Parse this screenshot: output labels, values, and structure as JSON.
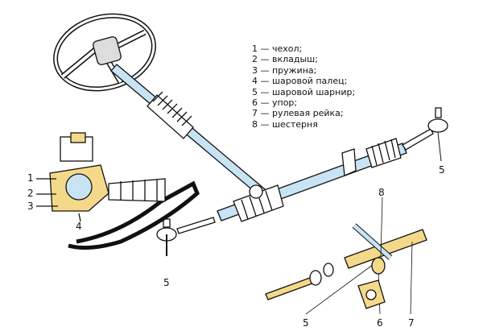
{
  "legend": [
    "1 — чехол;",
    "2 — вкладыш;",
    "3 — пружина;",
    "4 — шаровой палец;",
    "5 — шаровой шарнир;",
    "6 — упор;",
    "7 — рулевая рейка;",
    "8 — шестерня"
  ],
  "callouts": {
    "c1": "1",
    "c2": "2",
    "c3": "3",
    "c4": "4",
    "c5_left": "5",
    "c5_right": "5",
    "c5_bottom": "5",
    "c6": "6",
    "c7": "7",
    "c8": "8"
  },
  "colors": {
    "part_blue": "#c8e4f4",
    "part_yellow": "#f4d98a",
    "outline": "#111111"
  }
}
